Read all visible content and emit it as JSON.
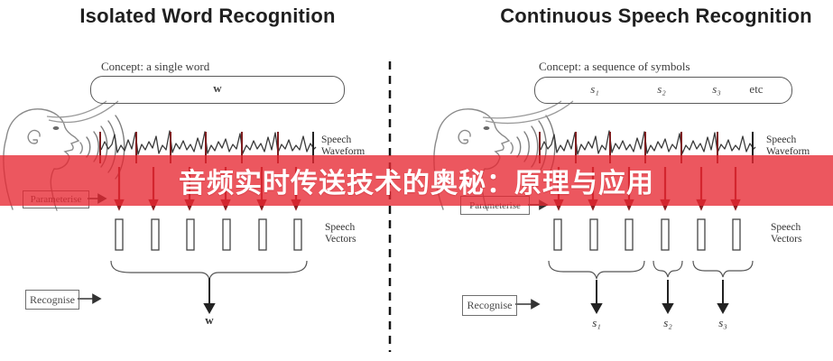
{
  "banner": {
    "title": "音频实时传送技术的奥秘：原理与应用"
  },
  "left": {
    "title": "Isolated Word Recognition",
    "concept": "Concept: a single word",
    "bubble_word": "w",
    "waveform_label_1": "Speech",
    "waveform_label_2": "Waveform",
    "vectors_label_1": "Speech",
    "vectors_label_2": "Vectors",
    "parameterise": "Parameterise",
    "recognise": "Recognise",
    "output": "w"
  },
  "right": {
    "title": "Continuous Speech Recognition",
    "concept": "Concept: a sequence of symbols",
    "bubble_items": [
      "s₁",
      "s₂",
      "s₃",
      "etc"
    ],
    "waveform_label_1": "Speech",
    "waveform_label_2": "Waveform",
    "vectors_label_1": "Speech",
    "vectors_label_2": "Vectors",
    "parameterise": "Parameterise",
    "recognise": "Recognise",
    "outputs": [
      "s₁",
      "s₂",
      "s₃"
    ]
  },
  "colors": {
    "banner_red": "#e72832",
    "arrow_red": "#8e1f22",
    "bar_red": "#7d1d1f"
  }
}
